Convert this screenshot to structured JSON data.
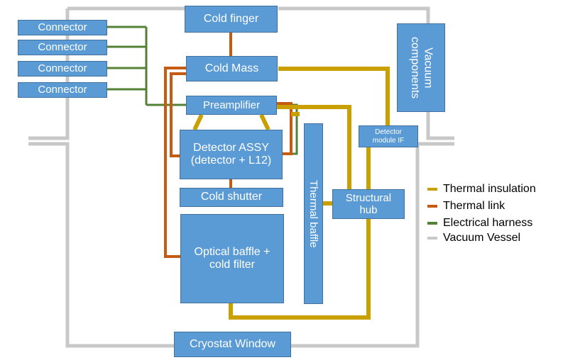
{
  "colors": {
    "box_fill": "#5b9bd5",
    "thermal_insulation": "#c9a000",
    "thermal_link": "#c55a11",
    "electrical_harness": "#548235",
    "vacuum_vessel": "#c8c8c8"
  },
  "components": {
    "cold_finger": "Cold finger",
    "cold_mass": "Cold Mass",
    "preamplifier": "Preamplifier",
    "detector_assy": "Detector ASSY\n(detector + L12)",
    "cold_shutter": "Cold shutter",
    "optical_baffle": "Optical baffle +\ncold filter",
    "thermal_baffle": "Thermal baffle",
    "structural_hub": "Structural\nhub",
    "detector_module_if": "Detector\nmodule IF",
    "vacuum_components": "Vacuum\ncomponents",
    "cryostat_window": "Cryostat Window",
    "connectors": [
      "Connector",
      "Connector",
      "Connector",
      "Connector"
    ]
  },
  "legend": [
    {
      "label": "Thermal insulation",
      "color": "#c9a000"
    },
    {
      "label": "Thermal link",
      "color": "#c55a11"
    },
    {
      "label": "Electrical harness",
      "color": "#548235"
    },
    {
      "label": "Vacuum Vessel",
      "color": "#c8c8c8"
    }
  ]
}
